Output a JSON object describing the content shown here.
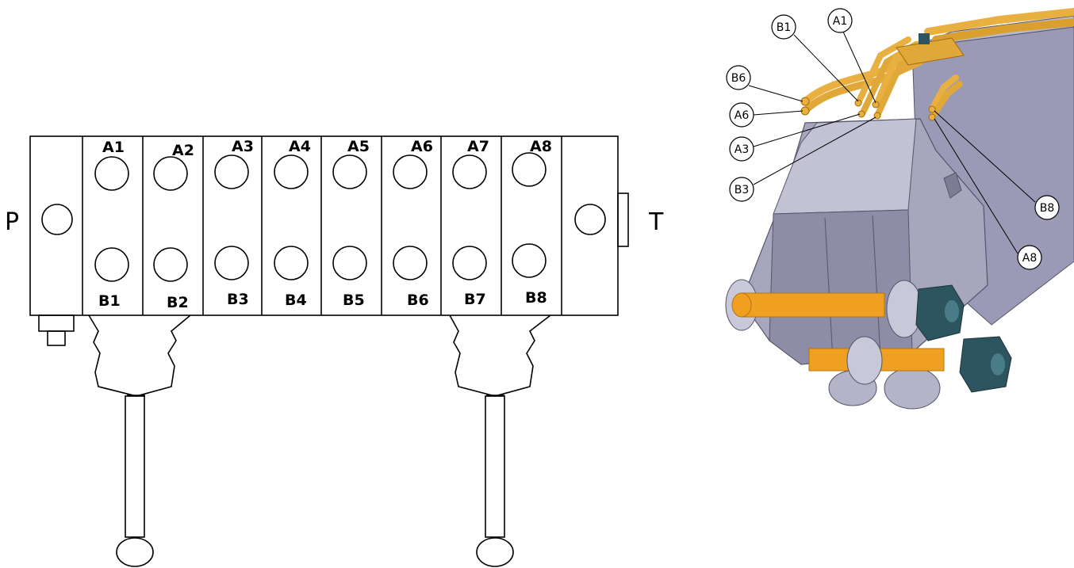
{
  "valve": {
    "pressure_label": "P",
    "tank_label": "T",
    "ports_a": [
      "A1",
      "A2",
      "A3",
      "A4",
      "A5",
      "A6",
      "A7",
      "A8"
    ],
    "ports_b": [
      "B1",
      "B2",
      "B3",
      "B4",
      "B5",
      "B6",
      "B7",
      "B8"
    ]
  },
  "boom": {
    "callouts": [
      "B1",
      "A1",
      "B6",
      "A6",
      "A3",
      "B3",
      "B8",
      "A8"
    ]
  },
  "colors": {
    "line": "#000000",
    "hose": "#e8b040",
    "hose_dark": "#c98a1e",
    "steel": "#a6a6bd",
    "steel_dark": "#7c7c94",
    "pin": "#f0a020",
    "nut": "#2d5560"
  }
}
